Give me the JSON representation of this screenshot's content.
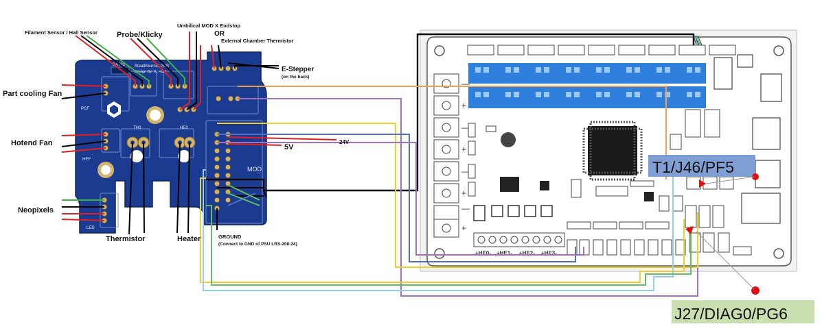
{
  "labels": {
    "filament_sensor": "Filament Sensor / Hall Sensor",
    "probe": "Probe/Klicky",
    "umbilical": "Umbilical MOD X Endstop",
    "or": "OR",
    "external_chamber": "External Chamber Thermistor",
    "e_stepper": "E-Stepper",
    "on_back": "(on the back)",
    "part_cooling_fan": "Part cooling Fan",
    "hotend_fan": "Hotend Fan",
    "neopixels": "Neopixels",
    "thermistor": "Thermistor",
    "heater": "Heater",
    "ground": "GROUND",
    "ground_note": "(Connect to GND of PSU LRS-200-24)",
    "v24": "24V",
    "v5": "5V"
  },
  "highlights": {
    "t1": "T1/J46/PF5",
    "j27": "J27/DIAG0/PG6"
  },
  "board_silk": {
    "stealthburner": "Stealthburner PCB",
    "design_by": "Design By: K. Hart",
    "th0": "TH0",
    "he0": "HE0",
    "pcf": "PCF",
    "hef": "HEF",
    "led": "LED",
    "mod": "MOD",
    "batt": "BAT85"
  },
  "motherboard_silk": {
    "he0": "+HE0-",
    "he1": "+HE1-",
    "he2": "+HE2-",
    "he3": "+HE3-"
  },
  "colors": {
    "pcb": "#1a3b8f",
    "pcb_dark": "#10286b",
    "gold": "#c8a24a",
    "highlight_blue": "#7f9fd4",
    "highlight_green": "#c9dfb0",
    "red_marker": "#e01010",
    "wire_orange": "#f0a050",
    "wire_purple": "#a070c0",
    "wire_yellow": "#f0d030",
    "wire_cyan": "#90d0f0",
    "wire_green": "#60c060",
    "wire_blue": "#5070d0",
    "wire_black": "#000000",
    "wire_red": "#e02020"
  }
}
